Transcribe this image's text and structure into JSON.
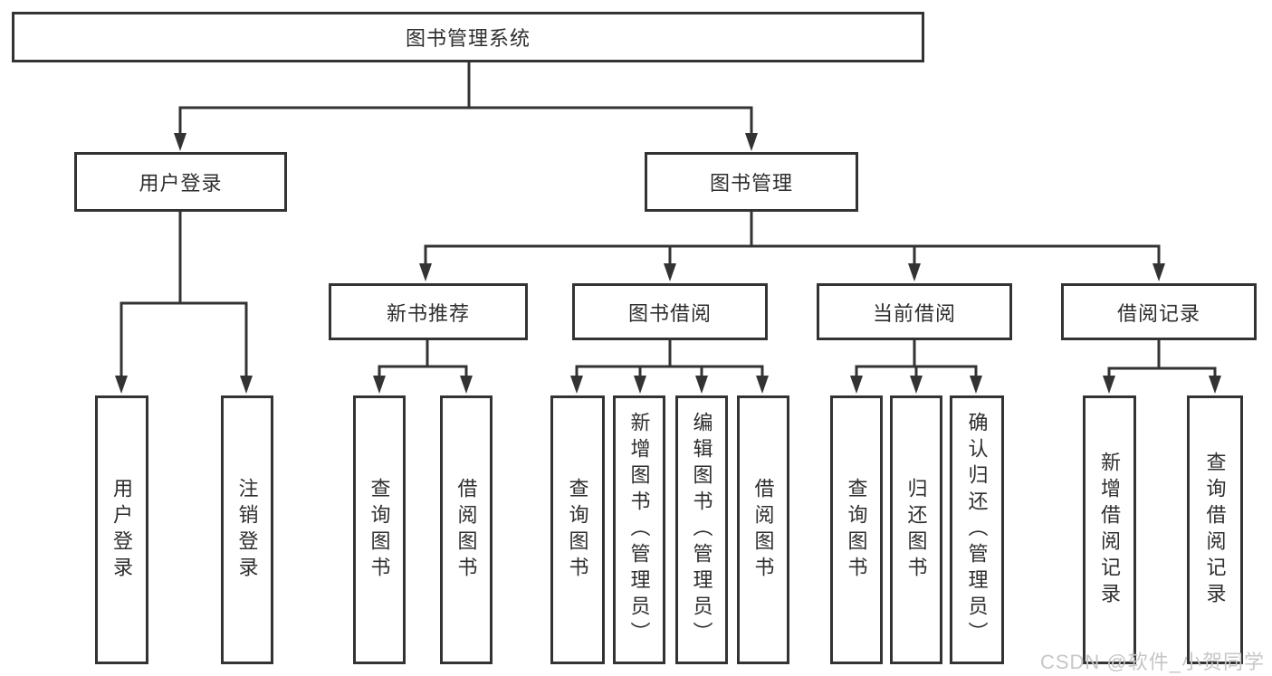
{
  "tree": {
    "root": {
      "label": "图书管理系统"
    },
    "branches": [
      {
        "label": "用户登录",
        "children": [
          {
            "label": "用户登录"
          },
          {
            "label": "注销登录"
          }
        ]
      },
      {
        "label": "图书管理",
        "children": [
          {
            "label": "新书推荐",
            "children": [
              {
                "label": "查询图书"
              },
              {
                "label": "借阅图书"
              }
            ]
          },
          {
            "label": "图书借阅",
            "children": [
              {
                "label": "查询图书"
              },
              {
                "label": "新增图书（管理员）"
              },
              {
                "label": "编辑图书（管理员）"
              },
              {
                "label": "借阅图书"
              }
            ]
          },
          {
            "label": "当前借阅",
            "children": [
              {
                "label": "查询图书"
              },
              {
                "label": "归还图书"
              },
              {
                "label": "确认归还（管理员）"
              }
            ]
          },
          {
            "label": "借阅记录",
            "children": [
              {
                "label": "新增借阅记录"
              },
              {
                "label": "查询借阅记录"
              }
            ]
          }
        ]
      }
    ]
  },
  "watermark": {
    "text": "CSDN @软件_小贺同学"
  },
  "colors": {
    "line": "#333333",
    "text": "#2e2e2e",
    "background": "#ffffff",
    "watermark": "#c6c6c6"
  }
}
